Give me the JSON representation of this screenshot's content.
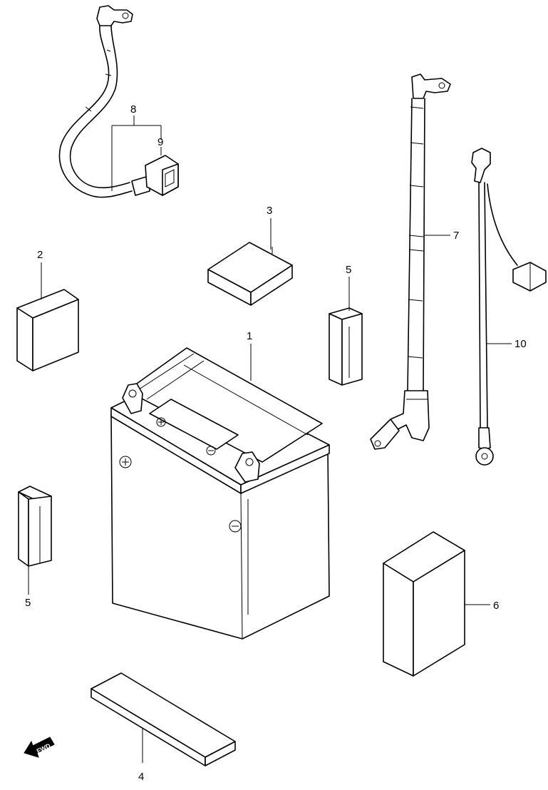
{
  "callouts": {
    "c1": "1",
    "c2": "2",
    "c3": "3",
    "c4": "4",
    "c5a": "5",
    "c5b": "5",
    "c6": "6",
    "c7": "7",
    "c8": "8",
    "c9": "9",
    "c10": "10"
  },
  "direction_marker": {
    "label": "FWD",
    "icon": "forward-arrow-icon"
  }
}
